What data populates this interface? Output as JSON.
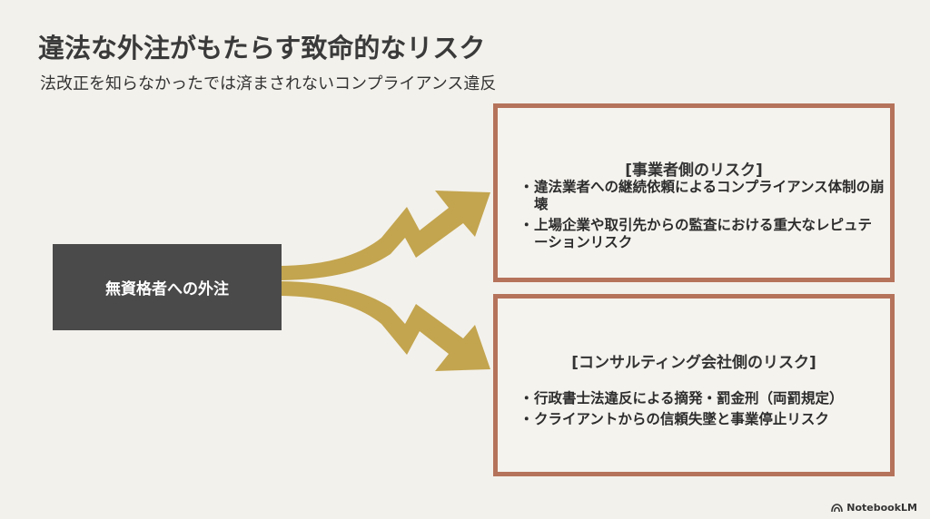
{
  "header": {
    "title": "違法な外注がもたらす致命的なリスク",
    "subtitle": "法改正を知らなかったでは済まされないコンプライアンス違反"
  },
  "source": {
    "label": "無資格者への外注"
  },
  "risks": [
    {
      "heading": "[事業者側のリスク]",
      "items": [
        "違法業者への継続依頼によるコンプライアンス体制の崩壊",
        "上場企業や取引先からの監査における重大なレピュテーションリスク"
      ]
    },
    {
      "heading": "[コンサルティング会社側のリスク]",
      "items": [
        "行政書士法違反による摘発・罰金刑（両罰規定）",
        "クライアントからの信頼失墜と事業停止リスク"
      ]
    }
  ],
  "brand": {
    "name": "NotebookLM",
    "icon": "notebooklm-logo-icon"
  },
  "colors": {
    "arrow": "#c3a54f",
    "box_border": "#b5735b",
    "source_box": "#4a4a4a",
    "background": "#f3f1ec"
  }
}
